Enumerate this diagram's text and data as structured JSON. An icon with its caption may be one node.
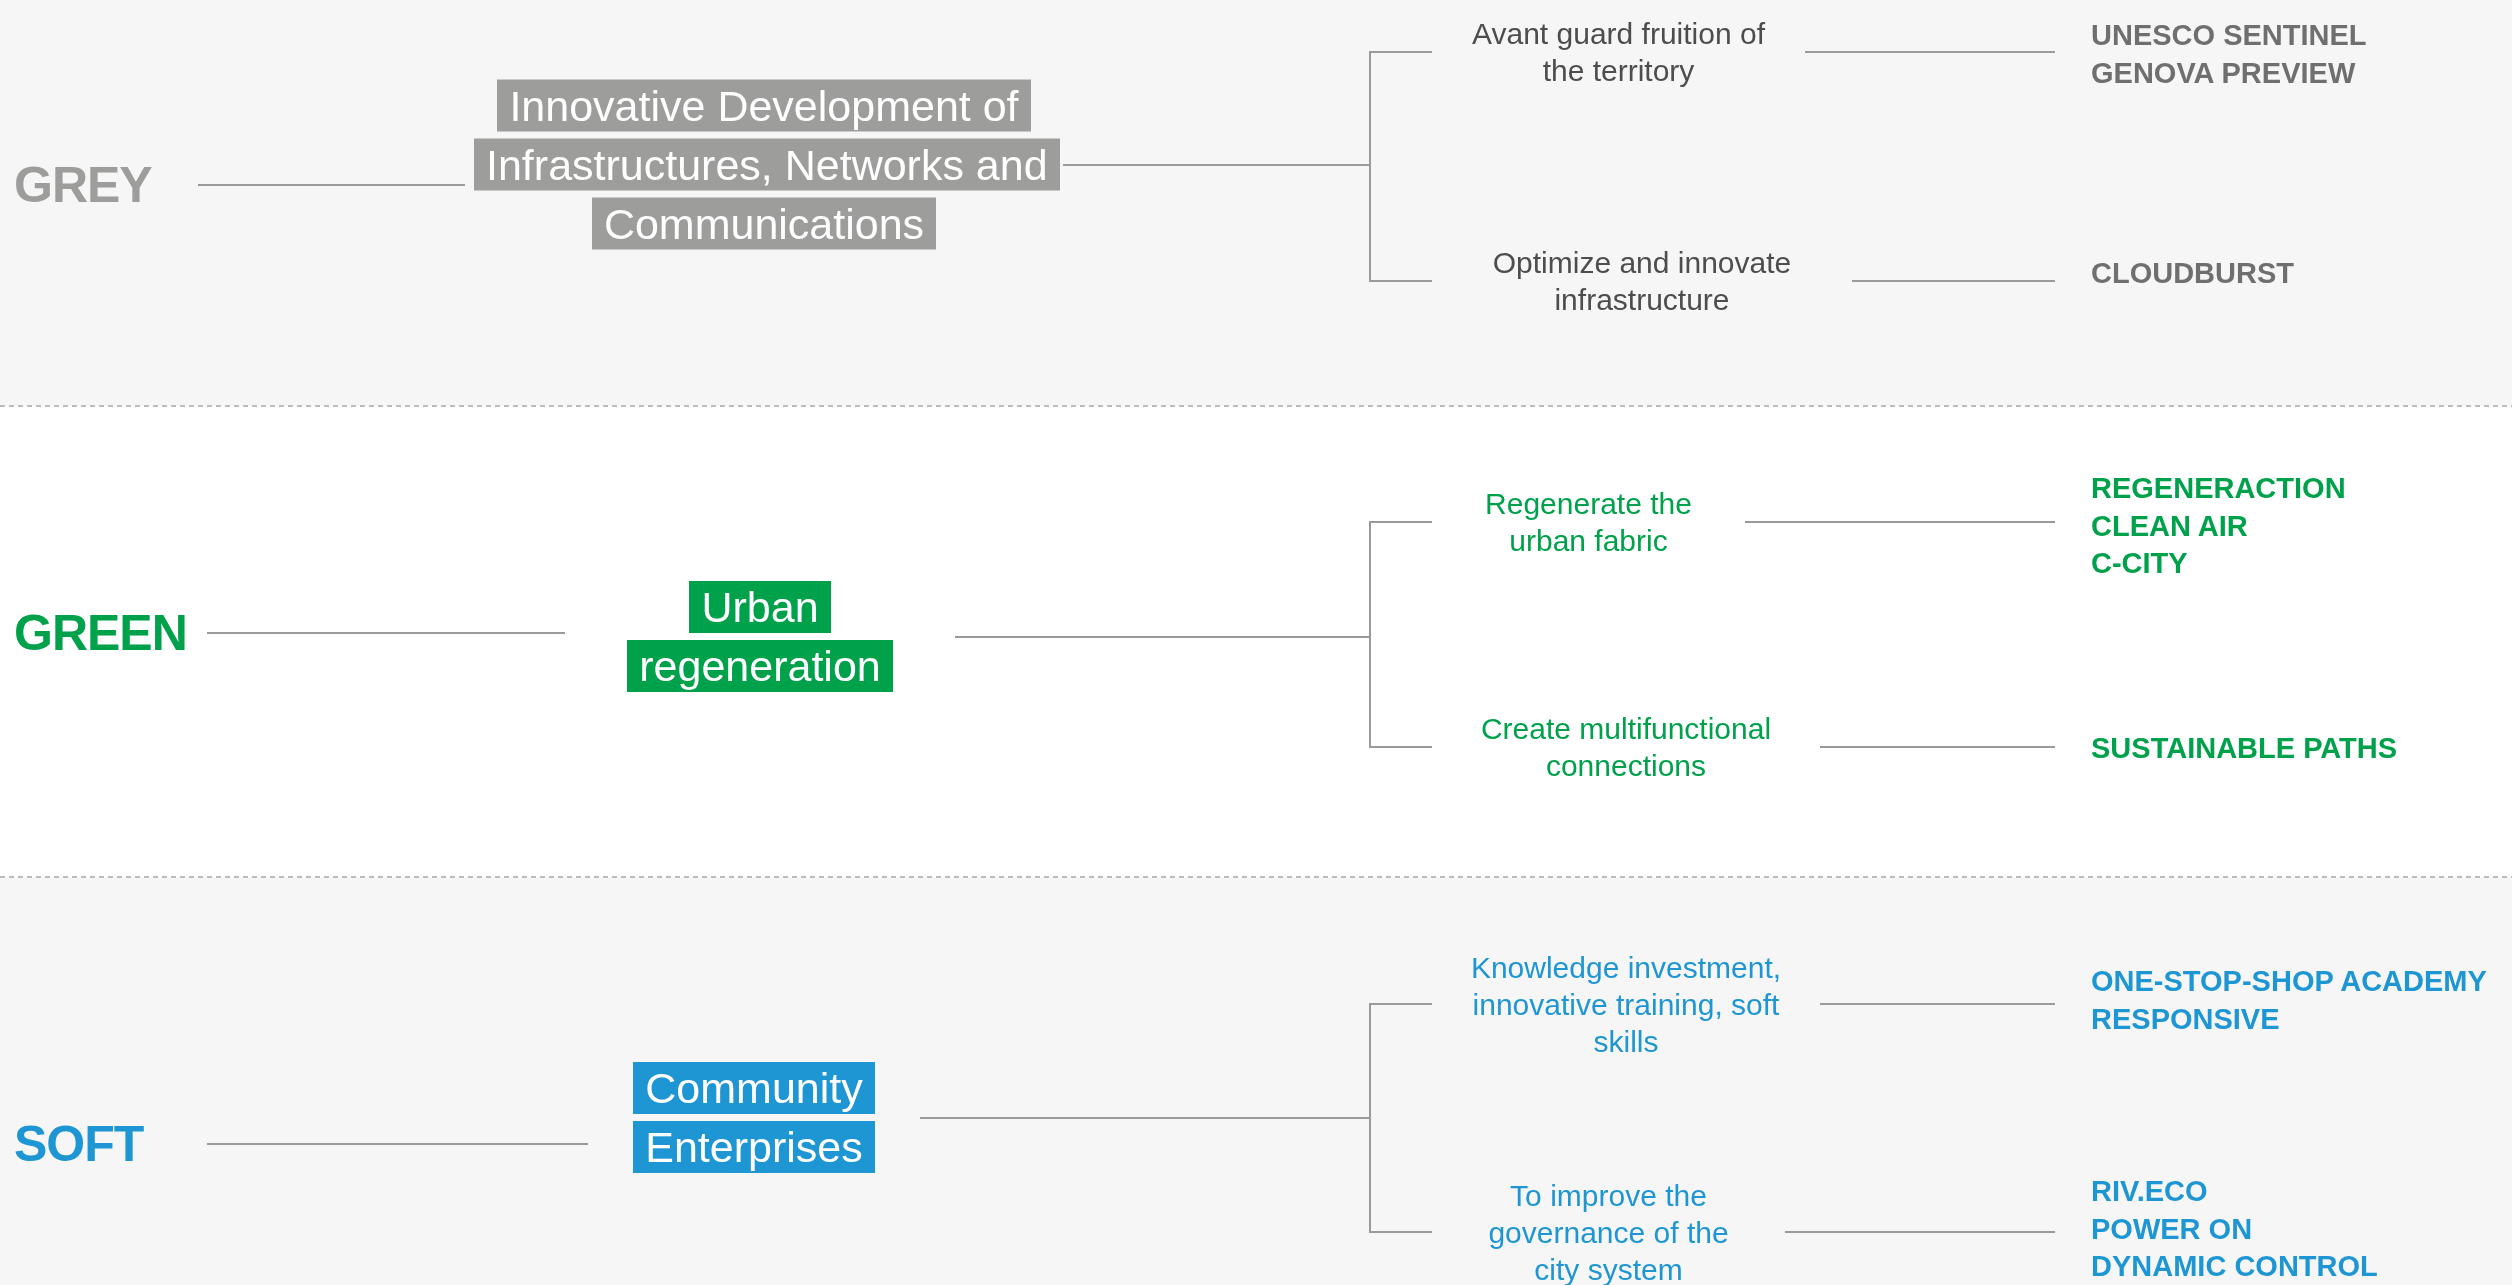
{
  "diagram": {
    "nodes": [
      {
        "text": [
          "GREY"
        ]
      },
      {
        "text": [
          "Innovative Development of Infrastructures, Networks and Communications"
        ]
      },
      {
        "text": [
          "Avant guard fruition of the territory"
        ]
      },
      {
        "text": [
          "UNESCO SENTINEL",
          "GENOVA PREVIEW"
        ]
      },
      {
        "text": [
          "Optimize and innovate infrastructure"
        ]
      },
      {
        "text": [
          "CLOUDBURST"
        ]
      },
      {
        "text": [
          "GREEN"
        ]
      },
      {
        "text": [
          "Urban regeneration"
        ]
      },
      {
        "text": [
          "Regenerate the urban fabric"
        ]
      },
      {
        "text": [
          "REGENERACTION",
          "CLEAN AIR",
          "C-CITY"
        ]
      },
      {
        "text": [
          "Create multifunctional connections"
        ]
      },
      {
        "text": [
          "SUSTAINABLE PATHS"
        ]
      },
      {
        "text": [
          "SOFT"
        ]
      },
      {
        "text": [
          "Community Enterprises"
        ]
      },
      {
        "text": [
          "Knowledge investment, innovative training, soft skills"
        ]
      },
      {
        "text": [
          "ONE-STOP-SHOP ACADEMY",
          "RESPONSIVE"
        ]
      },
      {
        "text": [
          "To improve the governance of the city system"
        ]
      },
      {
        "text": [
          "RIV.ECO",
          "POWER ON",
          "DYNAMIC CONTROL"
        ]
      }
    ],
    "edges": [
      {
        "from": 0,
        "to": 1,
        "arrow": "none"
      },
      {
        "from": 1,
        "to": 2,
        "arrow": "none"
      },
      {
        "from": 1,
        "to": 4,
        "arrow": "none"
      },
      {
        "from": 2,
        "to": 3,
        "arrow": "none"
      },
      {
        "from": 4,
        "to": 5,
        "arrow": "none"
      },
      {
        "from": 6,
        "to": 7,
        "arrow": "none"
      },
      {
        "from": 7,
        "to": 8,
        "arrow": "none"
      },
      {
        "from": 7,
        "to": 10,
        "arrow": "none"
      },
      {
        "from": 8,
        "to": 9,
        "arrow": "none"
      },
      {
        "from": 10,
        "to": 11,
        "arrow": "none"
      },
      {
        "from": 12,
        "to": 13,
        "arrow": "none"
      },
      {
        "from": 13,
        "to": 14,
        "arrow": "none"
      },
      {
        "from": 13,
        "to": 16,
        "arrow": "none"
      },
      {
        "from": 14,
        "to": 15,
        "arrow": "none"
      },
      {
        "from": 16,
        "to": 17,
        "arrow": "none"
      }
    ]
  }
}
